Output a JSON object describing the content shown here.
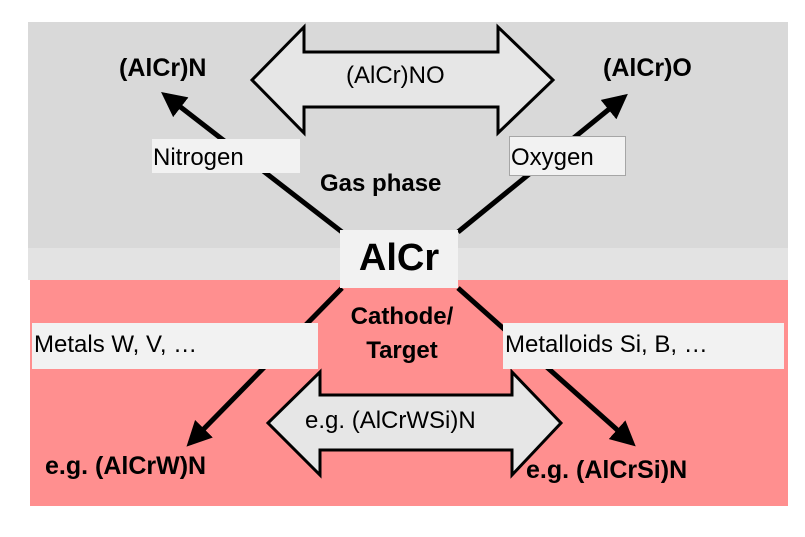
{
  "diagram": {
    "center": {
      "label": "AlCr"
    },
    "regions": {
      "gas": {
        "label": "Gas phase",
        "color": "#d9d9d9"
      },
      "interface": {
        "color": "#e3e3e3"
      },
      "cathode": {
        "label_line1": "Cathode/",
        "label_line2": "Target",
        "color": "#ff8f8f"
      }
    },
    "pathways": {
      "nitrogen": {
        "label": "Nitrogen",
        "product": "(AlCr)N"
      },
      "oxygen": {
        "label": "Oxygen",
        "product": "(AlCr)O"
      },
      "metals": {
        "label": "Metals  W, V, …",
        "product": "e.g. (AlCrW)N"
      },
      "metalloids": {
        "label": "Metalloids Si, B, …",
        "product": "e.g. (AlCrSi)N"
      }
    },
    "combined": {
      "gas": {
        "label": "(AlCr)NO"
      },
      "cathode": {
        "label": "e.g. (AlCrWSi)N"
      }
    },
    "colors": {
      "arrow": "#000000",
      "label_box": "#f2f2f2",
      "double_arrow_fill": "#e6e6e6"
    }
  }
}
